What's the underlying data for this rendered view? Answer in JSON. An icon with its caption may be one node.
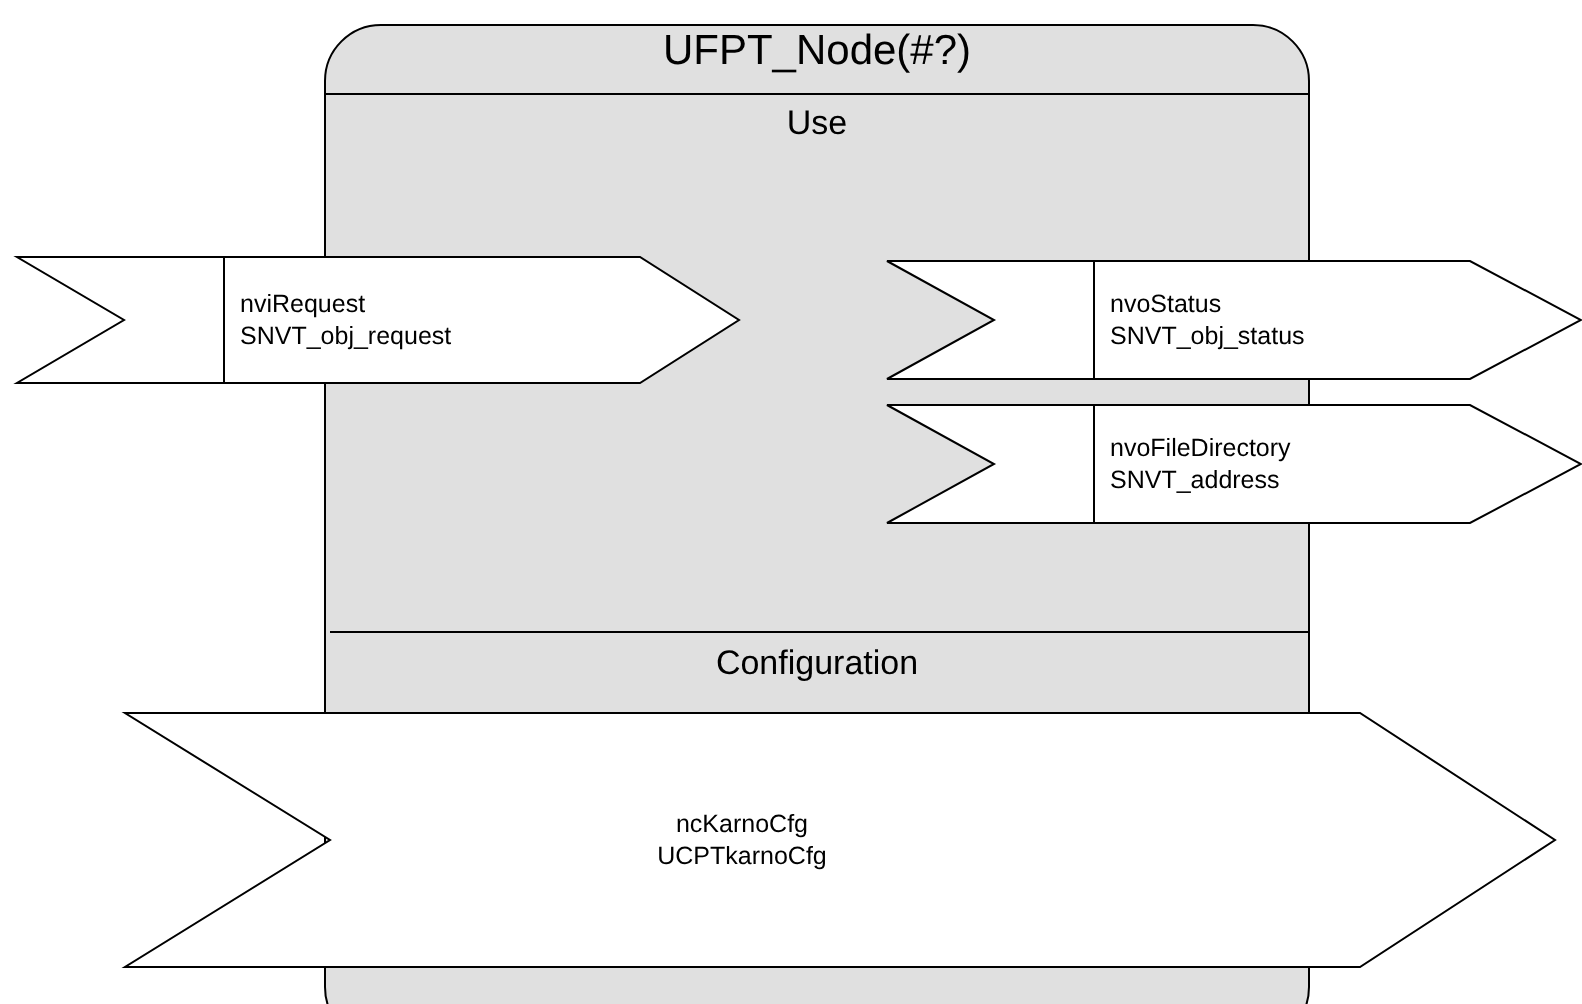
{
  "diagram": {
    "nodes": [
      {
        "text": [
          "UFPT_Node(#?)",
          "Use",
          "Configuration"
        ]
      },
      {
        "text": [
          "nviRequest",
          "SNVT_obj_request"
        ]
      },
      {
        "text": [
          "nvoStatus",
          "SNVT_obj_status"
        ]
      },
      {
        "text": [
          "nvoFileDirectory",
          "SNVT_address"
        ]
      },
      {
        "text": [
          "ncKarnoCfg",
          "UCPTkarnoCfg"
        ]
      }
    ],
    "edges": []
  }
}
